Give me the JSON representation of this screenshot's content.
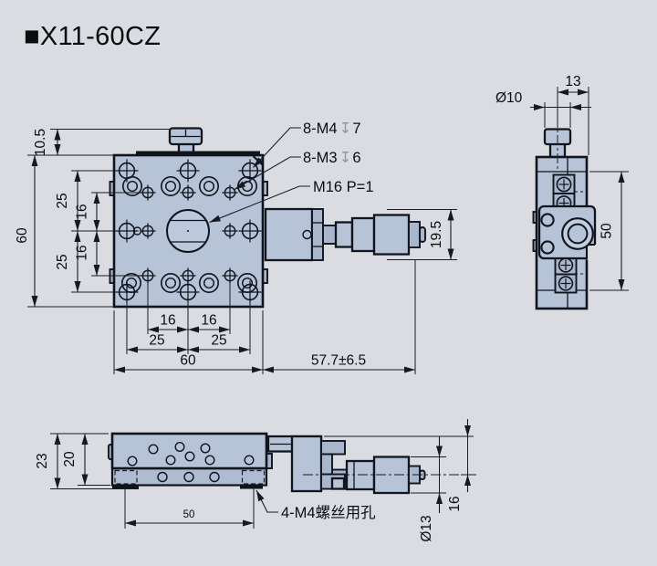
{
  "title": {
    "marker": "■",
    "text": "X11-60CZ"
  },
  "colors": {
    "background": "#dbdce2",
    "part_fill": "#b7c3d7",
    "part_fill_dark": "#a9b7cc",
    "line": "#10141d",
    "depth_symbol": "#8d96ab"
  },
  "front": {
    "callouts": {
      "m4": {
        "t": "8-M4",
        "sym": "↧",
        "d": "7"
      },
      "m3": {
        "t": "8-M3",
        "sym": "↧",
        "d": "6"
      },
      "m16": {
        "t": "M16 P=1"
      }
    },
    "dims": {
      "knob_h": "10.5",
      "height": "60",
      "v25a": "25",
      "v16a": "16",
      "v16b": "16",
      "v25b": "25",
      "h16a": "16",
      "h16b": "16",
      "h25a": "25",
      "h25b": "25",
      "width": "60",
      "travel": "57.7±6.5",
      "bracket": "19.5"
    }
  },
  "side": {
    "dims": {
      "w13": "13",
      "dia10": "Ø10",
      "h50": "50"
    }
  },
  "bottom": {
    "callout": "4-M4螺丝用孔",
    "dims": {
      "h23": "23",
      "h20": "20",
      "span50": "50",
      "dia13": "Ø13",
      "h16": "16"
    }
  }
}
